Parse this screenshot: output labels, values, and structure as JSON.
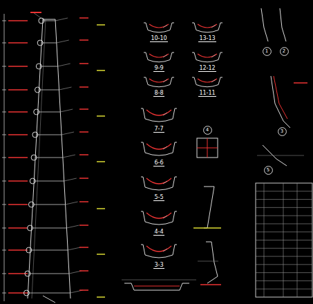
{
  "diagram": {
    "nodes": [
      {
        "text": [
          "1"
        ]
      },
      {
        "text": [
          "2"
        ]
      },
      {
        "text": [
          "3"
        ]
      },
      {
        "text": [
          "4"
        ]
      },
      {
        "text": [
          "5"
        ]
      }
    ],
    "labels": [
      "10-10",
      "13-13",
      "9-9",
      "12-12",
      "8-8",
      "11-11",
      "7-7",
      "6-6",
      "5-5",
      "4-4",
      "3-3"
    ]
  }
}
